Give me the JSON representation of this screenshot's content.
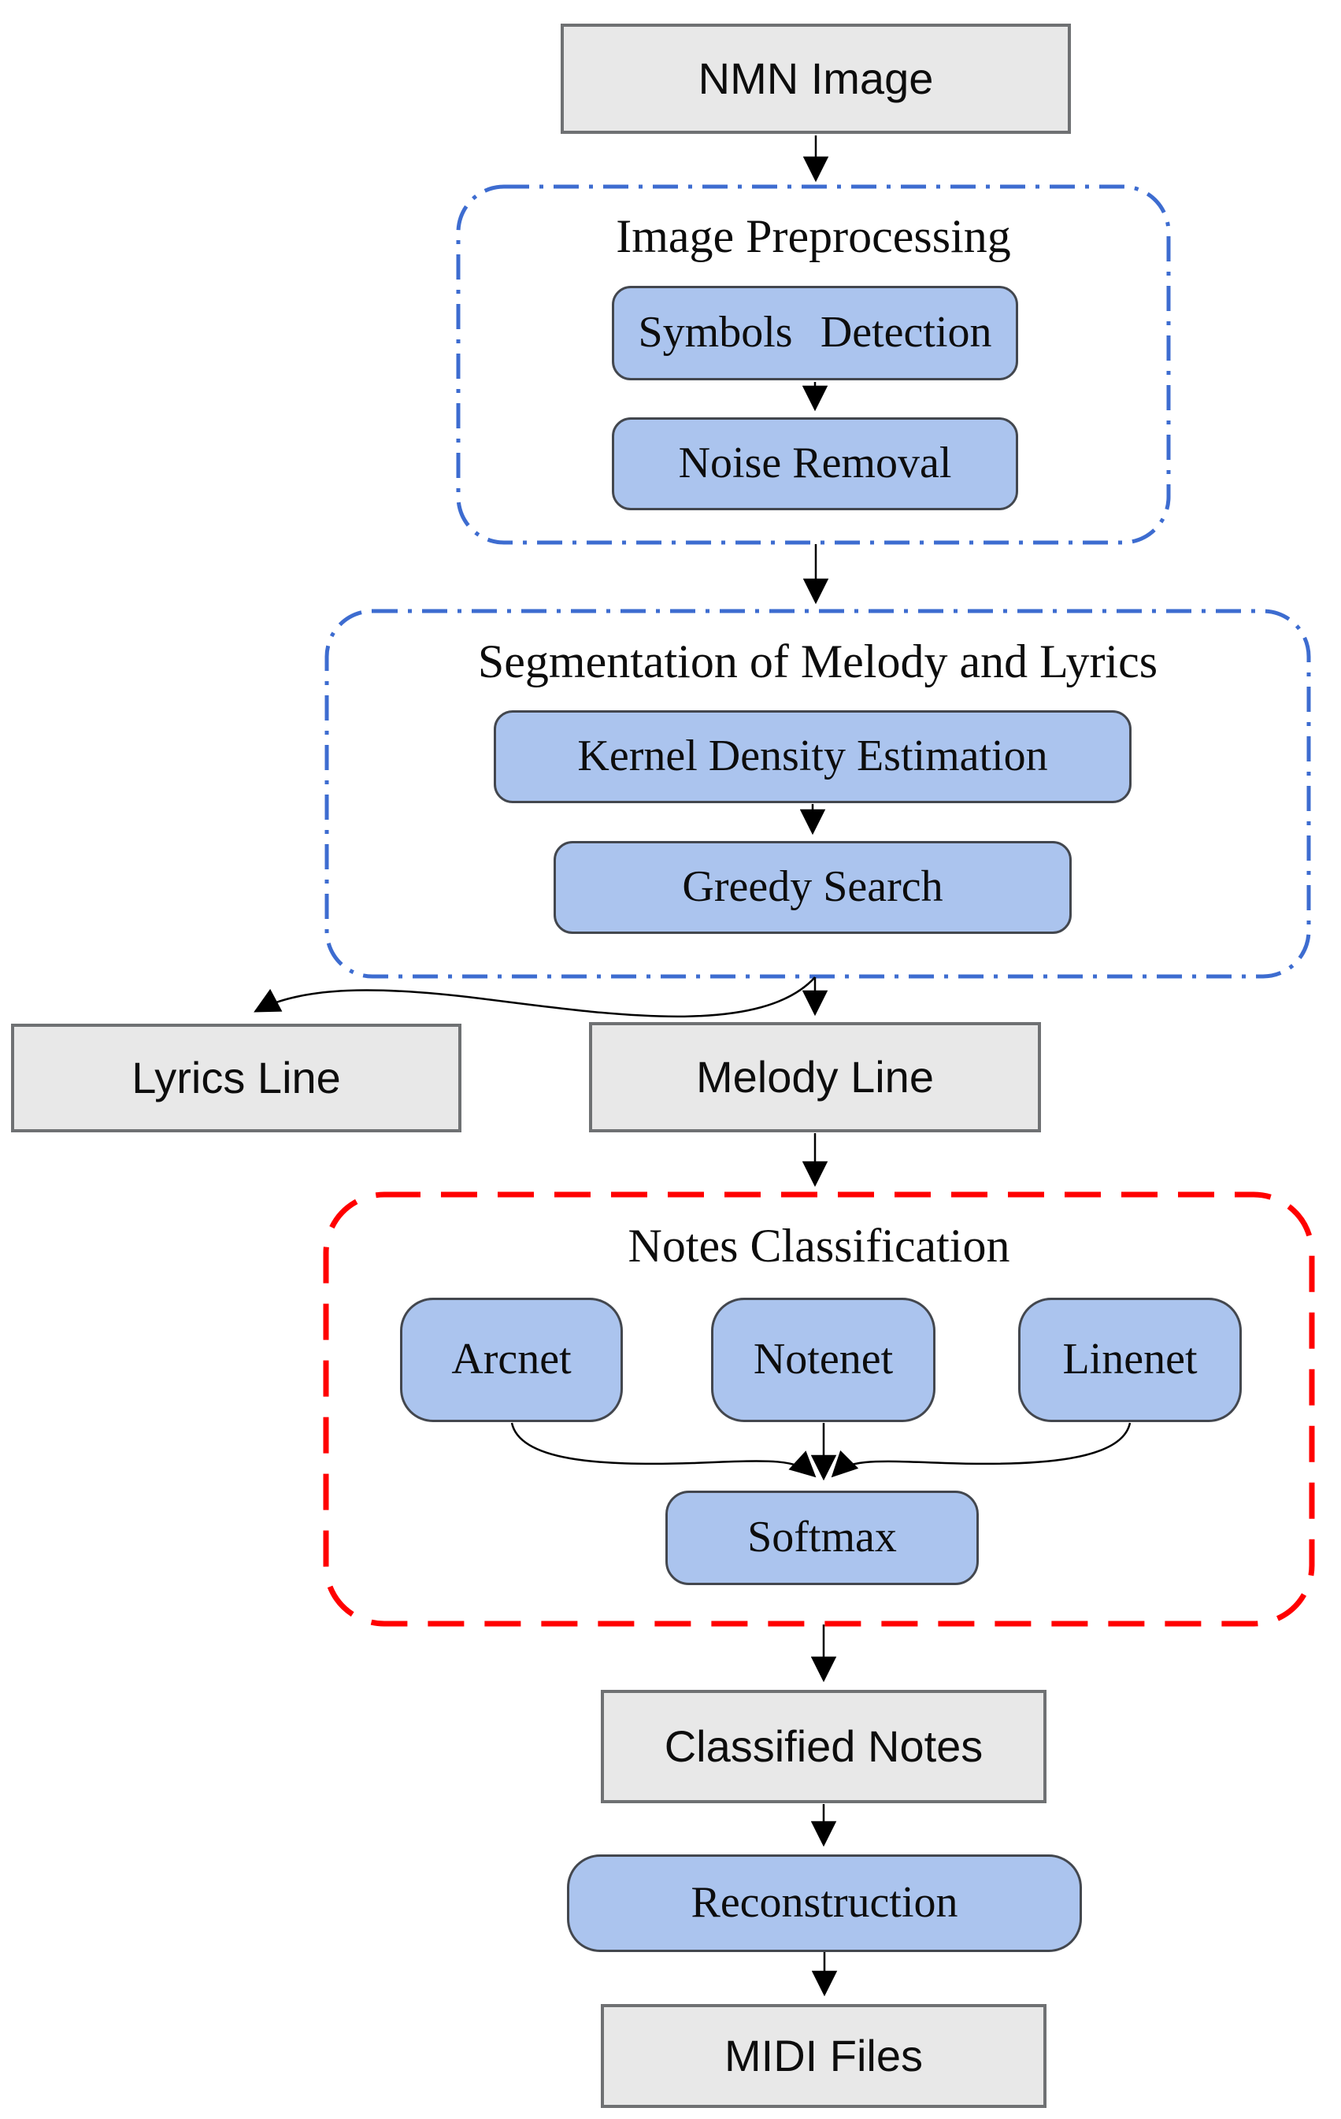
{
  "nodes": {
    "nmn_image": {
      "label": "NMN Image",
      "kind": "data"
    },
    "symbols_detection": {
      "label": "Symbols Detection",
      "kind": "process"
    },
    "noise_removal": {
      "label": "Noise Removal",
      "kind": "process"
    },
    "kernel_density": {
      "label": "Kernel Density Estimation",
      "kind": "process"
    },
    "greedy_search": {
      "label": "Greedy Search",
      "kind": "process"
    },
    "lyrics_line": {
      "label": "Lyrics Line",
      "kind": "data"
    },
    "melody_line": {
      "label": "Melody Line",
      "kind": "data"
    },
    "arcnet": {
      "label": "Arcnet",
      "kind": "process"
    },
    "notenet": {
      "label": "Notenet",
      "kind": "process"
    },
    "linenet": {
      "label": "Linenet",
      "kind": "process"
    },
    "softmax": {
      "label": "Softmax",
      "kind": "process"
    },
    "classified_notes": {
      "label": "Classified Notes",
      "kind": "data"
    },
    "reconstruction": {
      "label": "Reconstruction",
      "kind": "process"
    },
    "midi_files": {
      "label": "MIDI Files",
      "kind": "data"
    }
  },
  "groups": {
    "image_preprocessing": {
      "title": "Image Preprocessing",
      "border_style": "dash-dot",
      "border_color": "#3d6cd0"
    },
    "segmentation": {
      "title": "Segmentation of Melody and Lyrics",
      "border_style": "dash-dot",
      "border_color": "#3d6cd0"
    },
    "notes_classification": {
      "title": "Notes Classification",
      "border_style": "dashed",
      "border_color": "#ff0000"
    }
  },
  "edges": [
    {
      "from": "nmn_image",
      "to": "image_preprocessing"
    },
    {
      "from": "symbols_detection",
      "to": "noise_removal"
    },
    {
      "from": "image_preprocessing",
      "to": "segmentation"
    },
    {
      "from": "kernel_density",
      "to": "greedy_search"
    },
    {
      "from": "segmentation",
      "to": "lyrics_line"
    },
    {
      "from": "segmentation",
      "to": "melody_line"
    },
    {
      "from": "melody_line",
      "to": "notes_classification"
    },
    {
      "from": "arcnet",
      "to": "softmax"
    },
    {
      "from": "notenet",
      "to": "softmax"
    },
    {
      "from": "linenet",
      "to": "softmax"
    },
    {
      "from": "notes_classification",
      "to": "classified_notes"
    },
    {
      "from": "classified_notes",
      "to": "reconstruction"
    },
    {
      "from": "reconstruction",
      "to": "midi_files"
    }
  ],
  "colors": {
    "process_fill": "#abc4ee",
    "process_border": "#43474e",
    "data_fill": "#e8e8e8",
    "data_border": "#6f7173",
    "group_blue": "#3d6cd0",
    "group_red": "#ff0000",
    "arrow": "#000000"
  }
}
